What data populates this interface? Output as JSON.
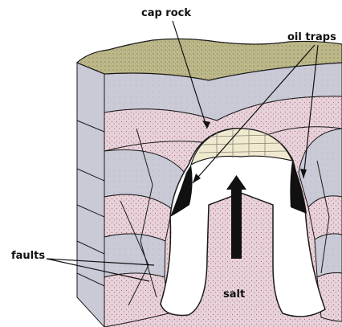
{
  "labels": {
    "cap_rock": "cap rock",
    "oil_traps": "oil traps",
    "faults": "faults",
    "salt": "salt"
  },
  "colors": {
    "soil": "#bdb98a",
    "gray_layer": "#c9cad6",
    "pink_layer": "#e7d2da",
    "salt": "#ffffff",
    "cap_rock": "#efe9d0",
    "oil": "#111111",
    "line": "#1a1a1a"
  }
}
